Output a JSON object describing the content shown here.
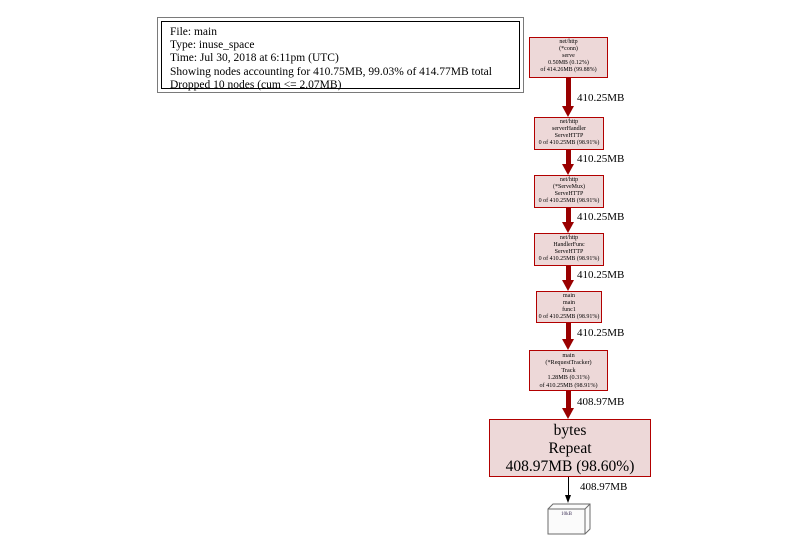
{
  "legend": {
    "lines": [
      "File: main",
      "Type: inuse_space",
      "Time: Jul 30, 2018 at 6:11pm (UTC)",
      "Showing nodes accounting for 410.75MB, 99.03% of 414.77MB total",
      "Dropped 10 nodes (cum <= 2.07MB)"
    ]
  },
  "colors": {
    "node_fill": "#edd8d8",
    "node_border": "#b20000",
    "edge_thick": "#990000",
    "edge_thin": "#000000",
    "background": "#ffffff"
  },
  "nodes": [
    {
      "id": "conn-serve",
      "lines": [
        "net/http",
        "(*conn)",
        "serve",
        "0.50MB (0.12%)",
        "of 414.26MB (99.88%)"
      ]
    },
    {
      "id": "serverhandler-servehttp",
      "lines": [
        "net/http",
        "serverHandler",
        "ServeHTTP",
        "0 of 410.25MB (98.91%)"
      ]
    },
    {
      "id": "servemux-servehttp",
      "lines": [
        "net/http",
        "(*ServeMux)",
        "ServeHTTP",
        "0 of 410.25MB (98.91%)"
      ]
    },
    {
      "id": "handlerfunc-servehttp",
      "lines": [
        "net/http",
        "HandlerFunc",
        "ServeHTTP",
        "0 of 410.25MB (98.91%)"
      ]
    },
    {
      "id": "main-func1",
      "lines": [
        "main",
        "main",
        "func1",
        "0 of 410.25MB (98.91%)"
      ]
    },
    {
      "id": "requesttracker-track",
      "lines": [
        "main",
        "(*RequestTracker)",
        "Track",
        "1.28MB (0.31%)",
        "of 410.25MB (98.91%)"
      ]
    },
    {
      "id": "bytes-repeat",
      "lines": [
        "bytes",
        "Repeat",
        "408.97MB (98.60%)"
      ]
    },
    {
      "id": "size-tag",
      "label": "10kB"
    }
  ],
  "edges": [
    {
      "label": "410.25MB"
    },
    {
      "label": "410.25MB"
    },
    {
      "label": "410.25MB"
    },
    {
      "label": "410.25MB"
    },
    {
      "label": "410.25MB"
    },
    {
      "label": "408.97MB"
    },
    {
      "label": "408.97MB"
    }
  ]
}
